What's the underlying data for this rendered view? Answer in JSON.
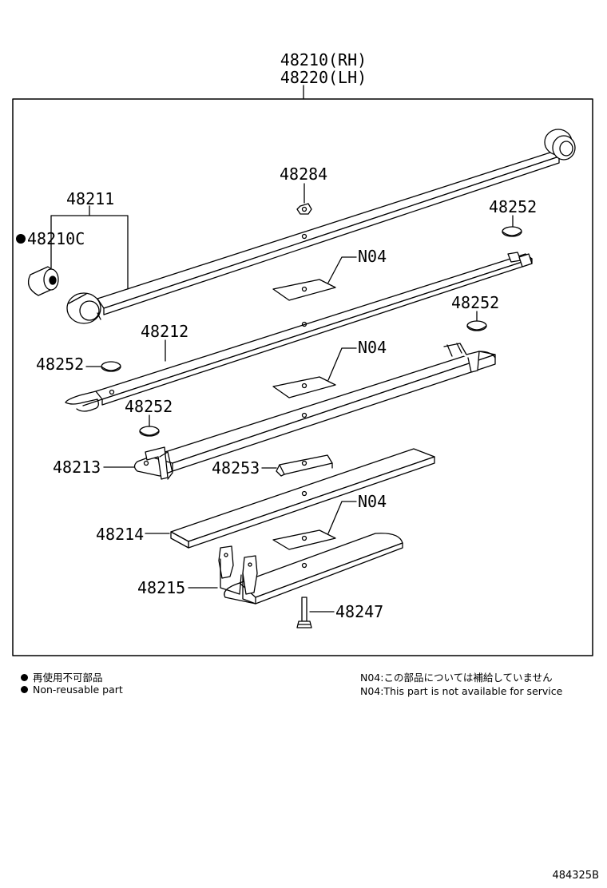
{
  "assembly": {
    "part_rh": "48210(RH)",
    "part_lh": "48220(LH)"
  },
  "labels": {
    "p48211": "48211",
    "p48210c": "48210C",
    "p48284": "48284",
    "p48252_a": "48252",
    "n04_a": "N04",
    "p48252_b": "48252",
    "p48212": "48212",
    "n04_b": "N04",
    "p48252_c": "48252",
    "p48252_d": "48252",
    "p48213": "48213",
    "p48253": "48253",
    "n04_c": "N04",
    "p48214": "48214",
    "p48215": "48215",
    "p48247": "48247"
  },
  "legend": {
    "non_reusable_jp": "再使用不可部品",
    "non_reusable_en": "Non-reusable part",
    "n04_jp": "N04:この部品については補給していません",
    "n04_en": "N04:This part is not available for service"
  },
  "diagram_code": "484325B"
}
